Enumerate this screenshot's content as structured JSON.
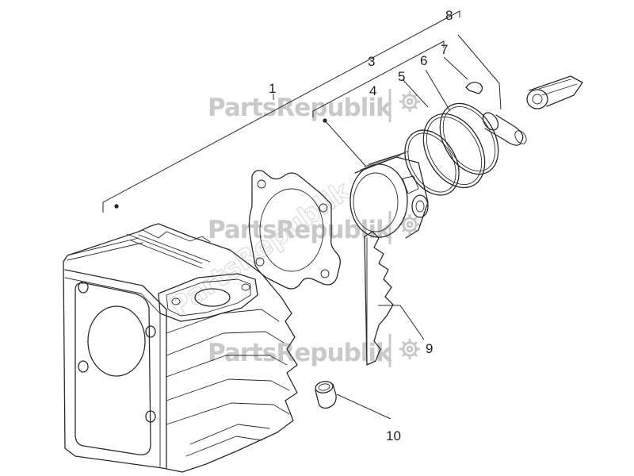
{
  "watermark": {
    "text": "PartsRepublik",
    "gear_icon": "gear-icon"
  },
  "callouts": [
    {
      "id": "1",
      "label": "1"
    },
    {
      "id": "3",
      "label": "3"
    },
    {
      "id": "4",
      "label": "4"
    },
    {
      "id": "5",
      "label": "5"
    },
    {
      "id": "6",
      "label": "6"
    },
    {
      "id": "7",
      "label": "7"
    },
    {
      "id": "8",
      "label": "8"
    },
    {
      "id": "9",
      "label": "9"
    },
    {
      "id": "10",
      "label": "10"
    }
  ],
  "colors": {
    "line": "#2a2a2a",
    "watermark": "#c9c9c9",
    "background": "#ffffff"
  }
}
